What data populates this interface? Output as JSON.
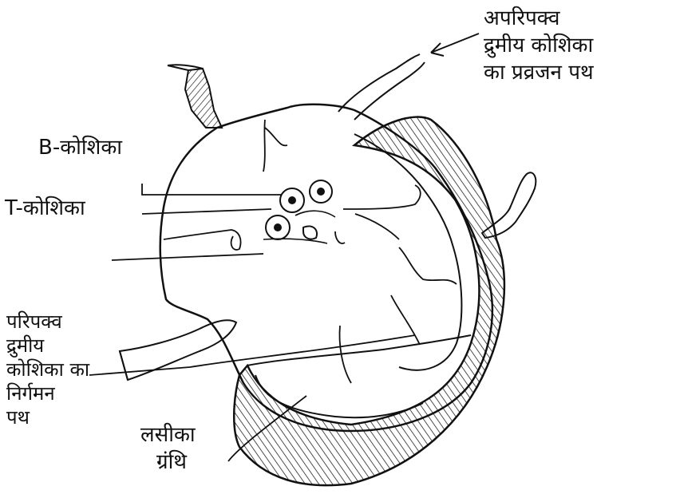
{
  "labels": {
    "immature_path": [
      "अपरिपक्व",
      "द्रुमीय कोशिका",
      "का प्रव्रजन पथ"
    ],
    "b_cell": "B-कोशिका",
    "t_cell": "T-कोशिका",
    "mature_path": [
      "परिपक्व",
      "द्रुमीय",
      "कोशिका का",
      "निर्गमन",
      "पथ"
    ],
    "lymph_node": [
      "लसीका",
      "ग्रंथि"
    ]
  },
  "colors": {
    "ink": "#111111",
    "paper": "#ffffff"
  }
}
